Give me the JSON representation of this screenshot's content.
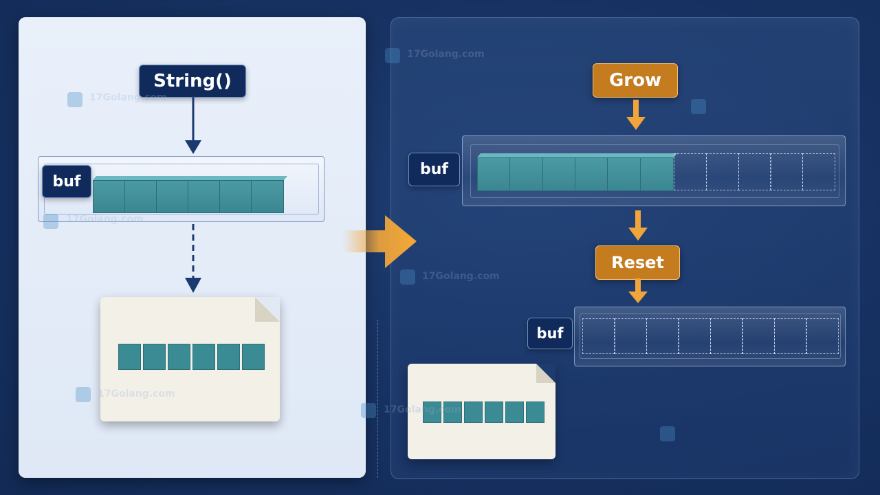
{
  "labels": {
    "string_method": "String()",
    "grow": "Grow",
    "reset": "Reset",
    "buf_left": "buf",
    "buf_right_top": "buf",
    "buf_right_bottom": "buf"
  },
  "buffers": {
    "left_filled": 6,
    "right_top_filled": 6,
    "right_top_empty": 5,
    "right_bottom_empty": 8
  },
  "watermark": "17Golang.com",
  "colors": {
    "navy": "#102a5c",
    "orange": "#c47c1f",
    "teal": "#3b8b94",
    "transition_arrow": "#f3a73b"
  }
}
